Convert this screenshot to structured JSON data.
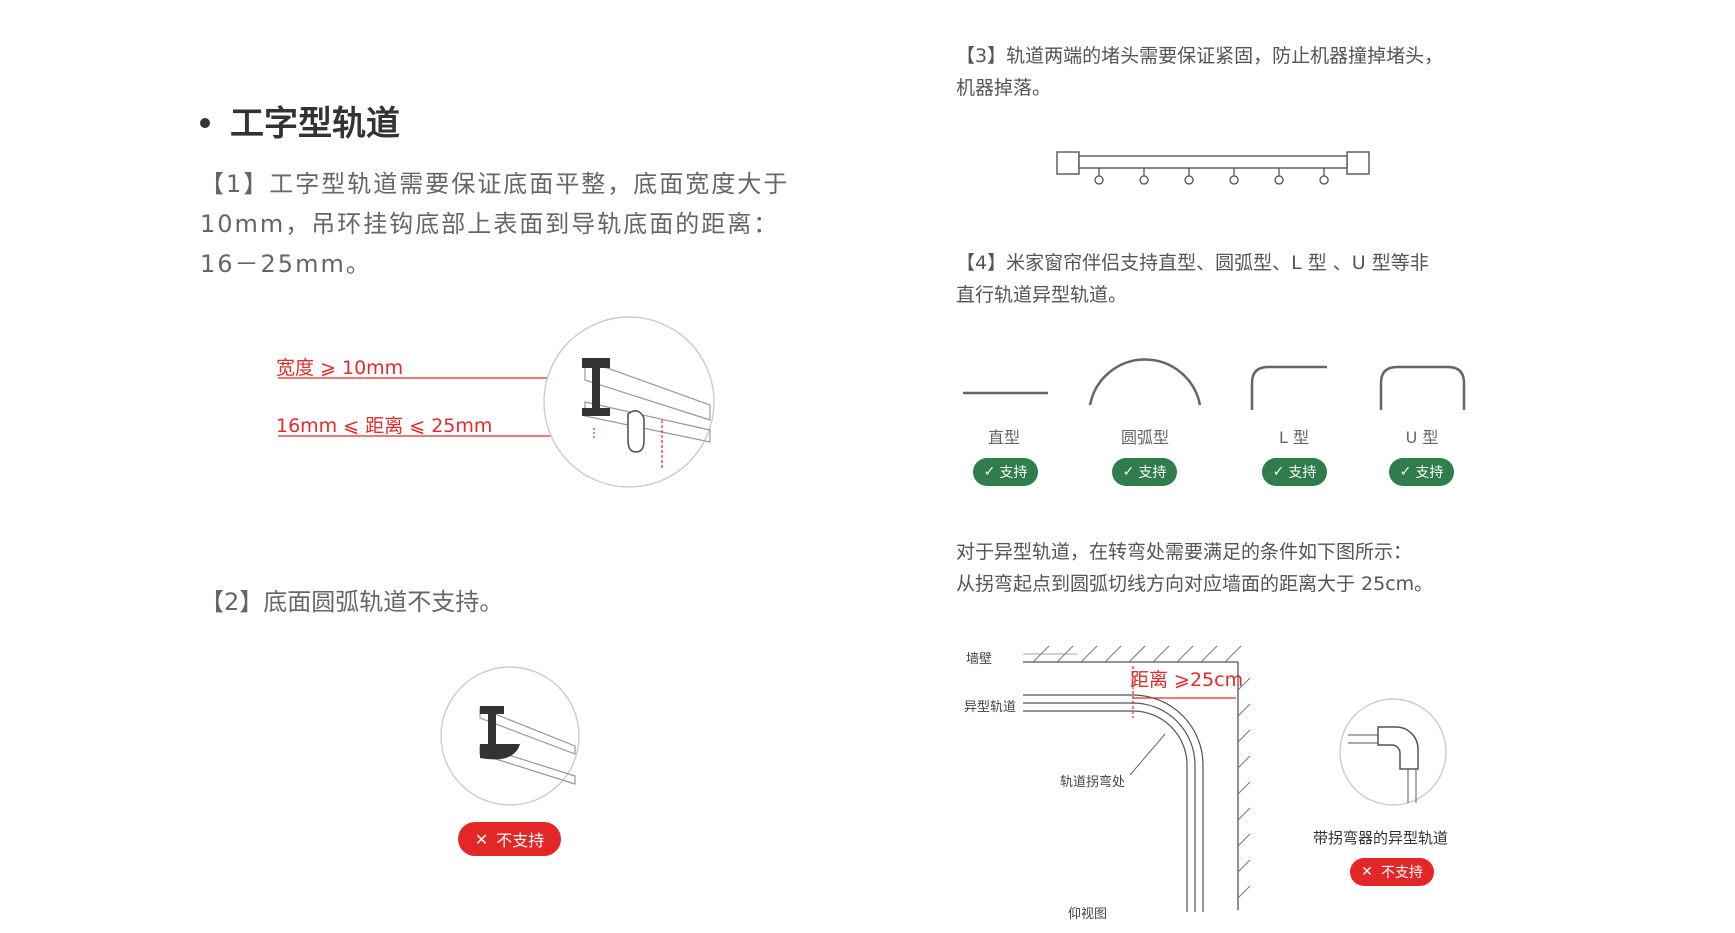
{
  "left": {
    "title": "工字型轨道",
    "p1_line1": "【1】工字型轨道需要保证底面平整，底面宽度大于",
    "p1_line2": "10mm，吊环挂钩底部上表面到导轨底面的距离：",
    "p1_line3": "16－25mm。",
    "width_label": "宽度 ⩾ 10mm",
    "distance_label": "16mm ⩽ 距离 ⩽ 25mm",
    "p2": "【2】底面圆弧轨道不支持。",
    "not_supported": "不支持"
  },
  "right": {
    "p3_line1": "【3】轨道两端的堵头需要保证紧固，防止机器撞掉堵头，",
    "p3_line2": "机器掉落。",
    "p4_line1": "【4】米家窗帘伴侣支持直型、圆弧型、L 型 、U 型等非",
    "p4_line2": "直行轨道异型轨道。",
    "shapes": [
      {
        "label": "直型",
        "status": "支持"
      },
      {
        "label": "圆弧型",
        "status": "支持"
      },
      {
        "label": "L 型",
        "status": "支持"
      },
      {
        "label": "U 型",
        "status": "支持"
      }
    ],
    "p5_line1": "对于异型轨道，在转弯处需要满足的条件如下图所示：",
    "p5_line2": "从拐弯起点到圆弧切线方向对应墙面的距离大于 25cm。",
    "wall_label": "墙壁",
    "track_label": "异型轨道",
    "corner_label": "轨道拐弯处",
    "bottom_view_label": "仰视图",
    "distance_label": "距离 ⩾25cm",
    "elbow_caption": "带拐弯器的异型轨道",
    "not_supported": "不支持"
  },
  "colors": {
    "red": "#e32626",
    "green": "#2f7d4a"
  }
}
